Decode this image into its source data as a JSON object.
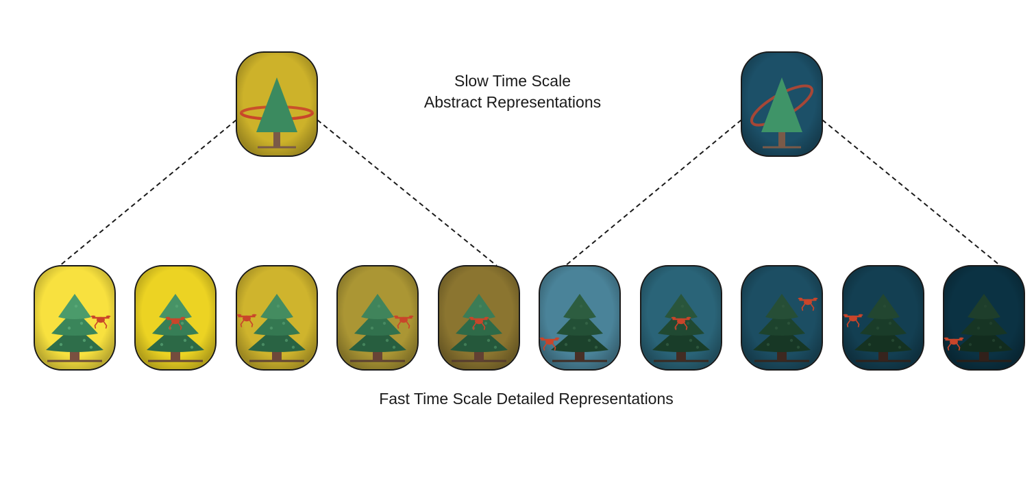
{
  "labels": {
    "slow_line1": "Slow Time Scale",
    "slow_line2": "Abstract Representations",
    "fast": "Fast Time Scale Detailed Representations"
  },
  "abstract_nodes": [
    {
      "name": "abstract-node-yellow",
      "bg": "#cdb22a",
      "ring": "tilted-flat",
      "tree_color": "#3b8a5f",
      "trunk_color": "#7a5a48"
    },
    {
      "name": "abstract-node-teal",
      "bg": "#1c5068",
      "ring": "tilted-diagonal",
      "tree_color": "#3f9468",
      "trunk_color": "#7a5a48"
    }
  ],
  "detailed_nodes": [
    {
      "bg": "#f8e13f",
      "tree_shade": 1.0,
      "drone": "right"
    },
    {
      "bg": "#ecd323",
      "tree_shade": 0.95,
      "drone": "center"
    },
    {
      "bg": "#cfb42d",
      "tree_shade": 0.9,
      "drone": "left"
    },
    {
      "bg": "#ab9634",
      "tree_shade": 0.85,
      "drone": "right"
    },
    {
      "bg": "#8b7530",
      "tree_shade": 0.8,
      "drone": "center"
    },
    {
      "bg": "#4a8399",
      "tree_shade": 0.6,
      "drone": "bottom-left"
    },
    {
      "bg": "#2a6478",
      "tree_shade": 0.55,
      "drone": "center"
    },
    {
      "bg": "#1c4e63",
      "tree_shade": 0.5,
      "drone": "top-right"
    },
    {
      "bg": "#133f52",
      "tree_shade": 0.45,
      "drone": "left"
    },
    {
      "bg": "#0b3243",
      "tree_shade": 0.4,
      "drone": "bottom-left"
    }
  ],
  "colors": {
    "drone": "#c9452a",
    "ring": "#c9452a",
    "outline": "#1a1a1a",
    "connector": "#1a1a1a"
  },
  "icons": {
    "tree": "pine-tree-icon",
    "drone": "drone-icon",
    "ring": "orbit-ring-icon"
  }
}
